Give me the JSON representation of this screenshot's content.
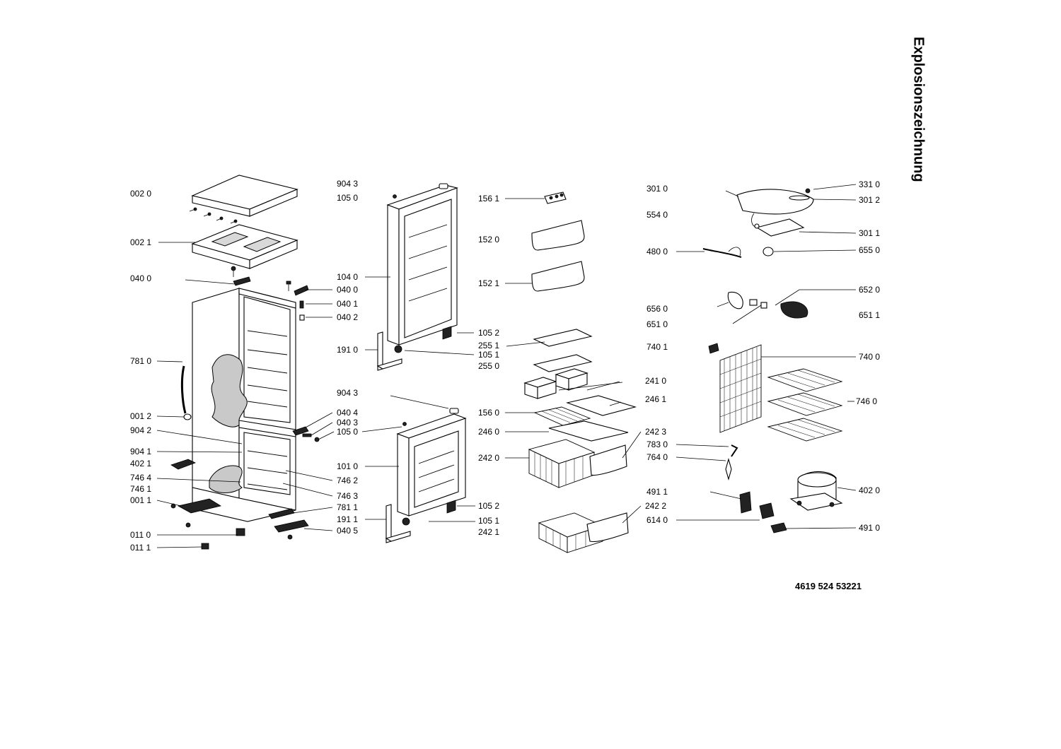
{
  "title": "Explosionszeichnung",
  "document_number": "4619 524 53221",
  "labels": {
    "l0020": "002 0",
    "l0021": "002 1",
    "l0400": "040 0",
    "l7810": "781 0",
    "l0012": "001 2",
    "l9042": "904 2",
    "l9041": "904 1",
    "l4021": "402 1",
    "l7464": "746 4",
    "l7461": "746 1",
    "l0011": "001 1",
    "l0110": "011 0",
    "l0111": "011 1",
    "l0400b": "040 0",
    "l0401": "040 1",
    "l0402": "040 2",
    "l0404": "040 4",
    "l0403": "040 3",
    "l1050c": "105 0",
    "l7462": "746 2",
    "l7463": "746 3",
    "l7811": "781 1",
    "l0405": "040 5",
    "l9043a": "904 3",
    "l1050a": "105 0",
    "l1040": "104 0",
    "l1910": "191 0",
    "l9043b": "904 3",
    "l1010": "101 0",
    "l1911": "191 1",
    "l1561": "156 1",
    "l1520": "152 0",
    "l1521": "152 1",
    "l1052": "105 2",
    "l2551": "255 1",
    "l1051": "105 1",
    "l2550": "255 0",
    "l1560": "156 0",
    "l2460": "246 0",
    "l2420": "242 0",
    "l1052b": "105 2",
    "l1051b": "105 1",
    "l2421": "242 1",
    "l2410": "241 0",
    "l2461": "246 1",
    "l2423": "242 3",
    "l2422": "242 2",
    "l3010": "301 0",
    "l5540": "554 0",
    "l4800": "480 0",
    "l6560": "656 0",
    "l6510": "651 0",
    "l7401": "740 1",
    "l7830": "783 0",
    "l7640": "764 0",
    "l4911": "491 1",
    "l6140": "614 0",
    "l3310": "331 0",
    "l3012": "301 2",
    "l3011": "301 1",
    "l6550": "655 0",
    "l6520": "652 0",
    "l6511": "651 1",
    "l7400": "740 0",
    "l7460": "746 0",
    "l4020": "402 0",
    "l4910": "491 0"
  },
  "icons": {
    "cabinet": "refrigerator-cabinet-icon",
    "door": "fridge-door-icon",
    "drawer": "wire-basket-drawer-icon",
    "condenser": "condenser-coil-icon",
    "compressor": "compressor-icon"
  }
}
